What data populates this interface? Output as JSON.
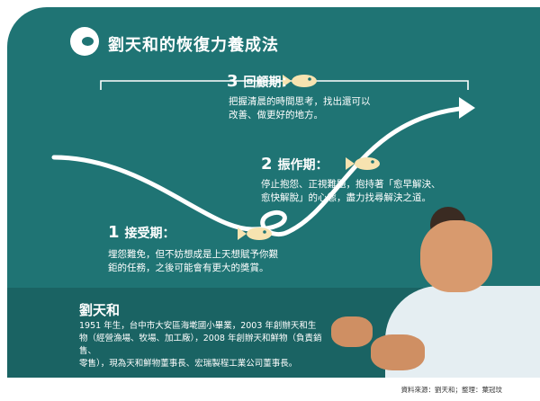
{
  "header": {
    "title": "劉天和的恢復力養成法",
    "logo_icon": "c-logo-icon"
  },
  "stages": [
    {
      "number": "1",
      "label": "接受期：",
      "text": [
        "埋怨難免，但不妨想成是上天想賦予你艱",
        "鉅的任務，之後可能會有更大的獎賞。"
      ]
    },
    {
      "number": "2",
      "label": "振作期：",
      "text": [
        "停止抱怨、正視難題，抱持著「愈早解決、",
        "愈快解脫」的心態，盡力找尋解決之道。"
      ]
    },
    {
      "number": "3",
      "label": "回顧期：",
      "text": [
        "把握清晨的時間思考，找出還可以",
        "改善、做更好的地方。"
      ]
    }
  ],
  "profile": {
    "name": "劉天和",
    "bio": [
      "1951 年生，台中市大安區海墘國小畢業，2003 年創辦天和生",
      "物（經營漁場、牧場、加工廠），2008 年創辦天和鮮物（負責銷售、",
      "零售），現為天和鮮物董事長、宏瑞製程工業公司董事長。"
    ]
  },
  "credit": "資料來源：劉天和；整理：葉冠玟",
  "colors": {
    "panel": "#1f7474",
    "bottom": "#1a6363",
    "fish": "#f7e3b0",
    "text": "#ffffff"
  },
  "icons": [
    "fish-icon",
    "arrow-right-icon"
  ]
}
